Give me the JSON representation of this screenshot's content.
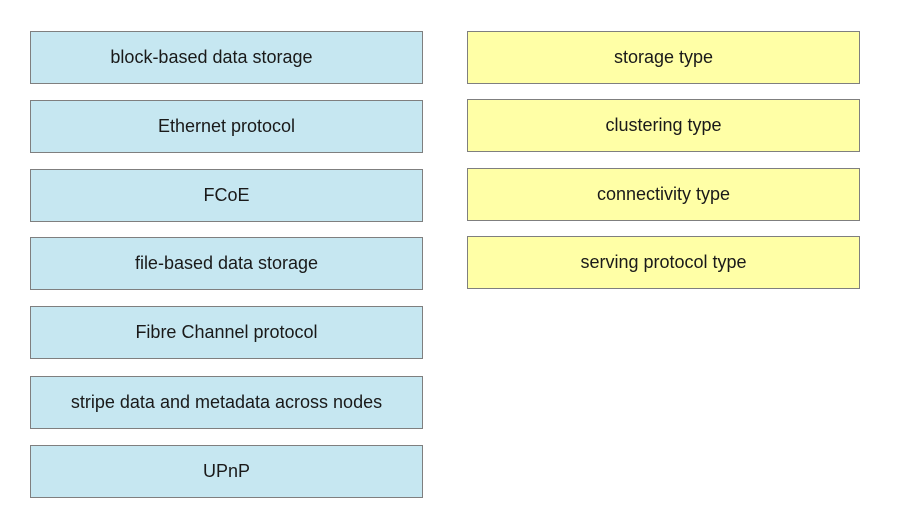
{
  "sources": [
    "block-based data storage",
    "Ethernet protocol",
    "FCoE",
    "file-based data storage",
    "Fibre Channel protocol",
    "stripe data and metadata across nodes",
    "UPnP"
  ],
  "targets": [
    "storage type",
    "clustering type",
    "connectivity type",
    "serving protocol type"
  ],
  "colors": {
    "source_fill": "#c6e7f1",
    "target_fill": "#ffffa6",
    "border": "#7f7f7f"
  }
}
